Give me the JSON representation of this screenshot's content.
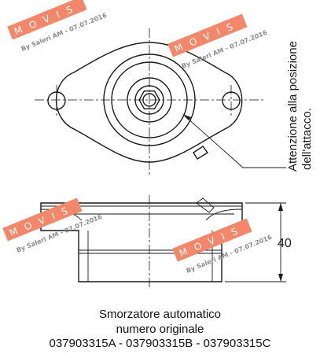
{
  "note": {
    "line1": "Attenzione alla posizione",
    "line2": "dell'attacco."
  },
  "dimension": {
    "height_label": "40"
  },
  "caption": {
    "line1": "Smorzatore automatico",
    "line2": "numero originale",
    "line3": "037903315A - 037903315B - 037903315C"
  },
  "watermark": {
    "brand_letters": [
      "M",
      "O",
      "V",
      "I",
      "S"
    ],
    "credit": "By Saleri AM - 07.07.2016",
    "tag_color": "#f4876a",
    "text_color": "#ffffff",
    "credit_color": "#8a8a8a"
  },
  "colors": {
    "line": "#1a1a1a",
    "background": "#ffffff"
  }
}
